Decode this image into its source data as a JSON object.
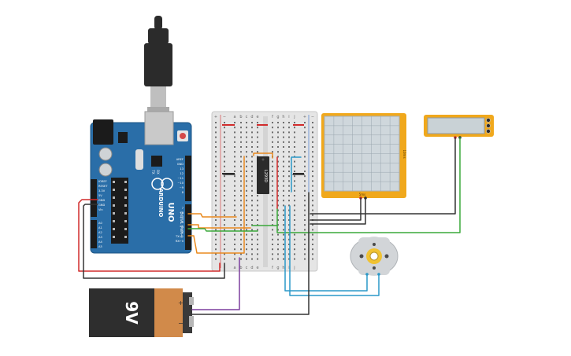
{
  "arduino": {
    "brand": "ARDUINO",
    "model": "UNO",
    "power_pins": [
      "IOREF",
      "RESET",
      "3.3V",
      "5V",
      "GND",
      "GND",
      "Vin"
    ],
    "analog_pins": [
      "A0",
      "A1",
      "A2",
      "A3",
      "A4",
      "A5"
    ],
    "digital_pins": [
      "AREF",
      "GND",
      "13",
      "12",
      "~11",
      "~10",
      "~9",
      "8",
      "7",
      "~6",
      "~5",
      "4",
      "~3",
      "2",
      "TX→1",
      "RX←0"
    ],
    "digital_label": "DIGITAL (PWM~)",
    "tx_label": "TX",
    "rx_label": "RX"
  },
  "breadboard": {
    "columns_top": [
      "a",
      "b",
      "c",
      "d",
      "e",
      "f",
      "g",
      "h",
      "i",
      "j"
    ],
    "columns_bottom": [
      "a",
      "b",
      "c",
      "d",
      "e",
      "f",
      "g",
      "h",
      "i",
      "j"
    ],
    "plus_label": "+",
    "minus_label": "−"
  },
  "chip": {
    "label": "L293D"
  },
  "oscilloscope": {
    "brand": "10ms",
    "bottom_label": "5ms"
  },
  "battery": {
    "label": "9V",
    "plus": "+",
    "minus": "−"
  },
  "colors": {
    "arduino_board": "#2a6ea8",
    "wire_red": "#d12b2b",
    "wire_black": "#333333",
    "wire_orange": "#ea8a1e",
    "wire_green": "#3aa83a",
    "wire_blue": "#2a98c8",
    "wire_purple": "#7d3e9e",
    "frame_yellow": "#f0a81c",
    "battery_copper": "#d18a4a"
  }
}
